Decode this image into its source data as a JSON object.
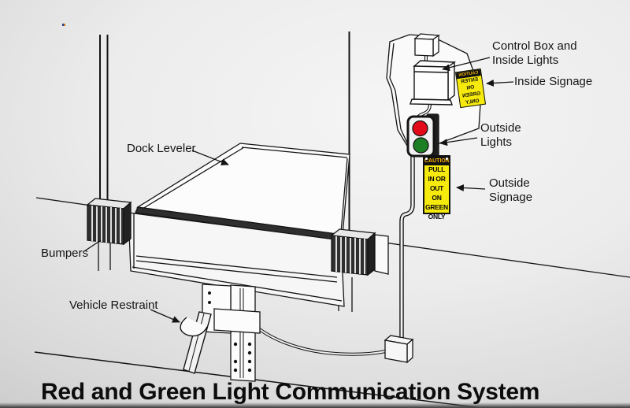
{
  "title": "Red and Green Light Communication System",
  "labels": {
    "dock_leveler": "Dock Leveler",
    "bumpers": "Bumpers",
    "vehicle_restraint": "Vehicle Restraint",
    "control_box_line1": "Control Box and",
    "control_box_line2": "Inside Lights",
    "inside_signage": "Inside Signage",
    "outside_lights_line1": "Outside",
    "outside_lights_line2": "Lights",
    "outside_signage_line1": "Outside",
    "outside_signage_line2": "Signage"
  },
  "signs": {
    "outside": {
      "header": "CAUTION",
      "lines": [
        "PULL",
        "IN OR",
        "OUT ON",
        "GREEN",
        "ONLY"
      ]
    },
    "inside": {
      "header": "CAUTION",
      "lines": [
        "ENTER",
        "ON",
        "GREEN",
        "ONLY"
      ],
      "mirrored": true
    }
  },
  "lights": {
    "top": "red",
    "bottom": "green"
  },
  "colors": {
    "red_light": "#e30918",
    "green_light": "#1d7f24",
    "sign_yellow": "#f6e90c",
    "caution_text": "#ffb400",
    "line_ink": "#141414"
  }
}
